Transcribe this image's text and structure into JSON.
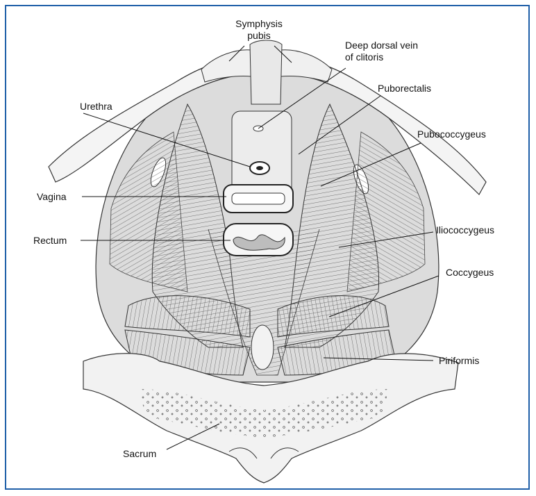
{
  "labels": {
    "symphysis_line1": "Symphysis",
    "symphysis_line2": "pubis",
    "deep_dorsal_line1": "Deep dorsal vein",
    "deep_dorsal_line2": "of clitoris",
    "puborectalis": "Puborectalis",
    "urethra": "Urethra",
    "pubococcygeus": "Pubococcygeus",
    "vagina": "Vagina",
    "rectum": "Rectum",
    "iliococcygeus": "Iliococcygeus",
    "coccygeus": "Coccygeus",
    "piriformis": "Piriformis",
    "sacrum": "Sacrum"
  },
  "colors": {
    "frame_border": "#1f5fa8",
    "ink": "#222222",
    "muscle_fill": "#e6e6e6",
    "bone_fill": "#f2f2f2"
  }
}
